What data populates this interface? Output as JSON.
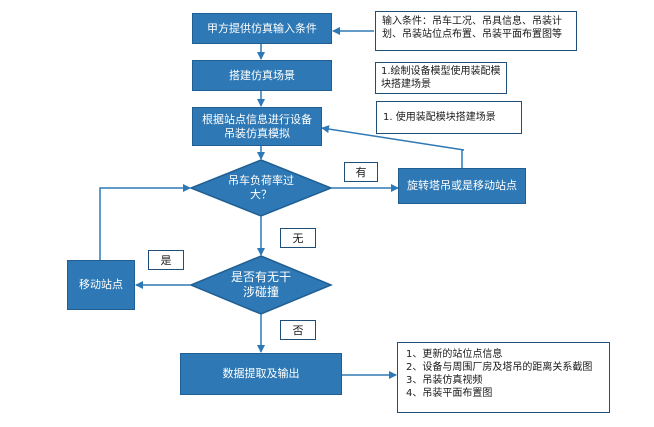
{
  "colors": {
    "box_fill": "#2e79b5",
    "arrow": "#2e79b5",
    "note_border": "#1f4e79"
  },
  "nodes": {
    "input_conditions": "甲方提供仿真输入条件",
    "build_scene": "搭建仿真场景",
    "simulate": "根据站点信息进行设备吊装仿真模拟",
    "overload_decision": "吊车负荷率过大？",
    "rotate_or_move": "旋转塔吊或是移动站点",
    "collision_decision": "是否有无干涉碰撞",
    "move_site": "移动站点",
    "output": "数据提取及输出"
  },
  "notes": {
    "input_note": "输入条件：吊车工况、吊具信息、吊装计划、吊装站位点布置、吊装平面布置图等",
    "build_note": "1.绘制设备模型使用装配模块搭建场景",
    "sim_note": "1. 使用装配模块搭建场景",
    "output_items": [
      "1、更新的站位点信息",
      "2、设备与周围厂房及塔吊的距离关系截图",
      "3、吊装仿真视频",
      "4、吊装平面布置图"
    ]
  },
  "labels": {
    "yes_overload": "有",
    "no_overload": "无",
    "yes_collision": "是",
    "no_collision": "否"
  }
}
